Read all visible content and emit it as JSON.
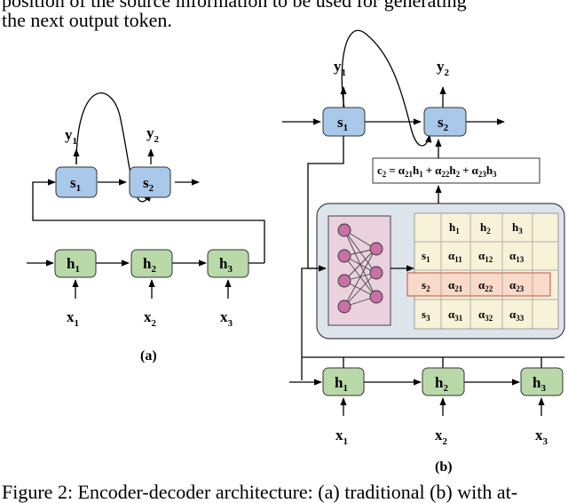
{
  "text": {
    "line1": "position of the source information to be used for generating",
    "line2": "the next output token.",
    "caption": "Figure 2: Encoder-decoder architecture: (a) traditional (b) with at-"
  },
  "panel_a": {
    "label": "(a)",
    "decoder": [
      {
        "name": "s",
        "sub": "1"
      },
      {
        "name": "s",
        "sub": "2"
      }
    ],
    "outputs": [
      {
        "name": "y",
        "sub": "1"
      },
      {
        "name": "y",
        "sub": "2"
      }
    ],
    "encoder": [
      {
        "name": "h",
        "sub": "1"
      },
      {
        "name": "h",
        "sub": "2"
      },
      {
        "name": "h",
        "sub": "3"
      }
    ],
    "inputs": [
      {
        "name": "x",
        "sub": "1"
      },
      {
        "name": "x",
        "sub": "2"
      },
      {
        "name": "x",
        "sub": "3"
      }
    ]
  },
  "panel_b": {
    "label": "(b)",
    "decoder": [
      {
        "name": "s",
        "sub": "1"
      },
      {
        "name": "s",
        "sub": "2"
      }
    ],
    "outputs": [
      {
        "name": "y",
        "sub": "1"
      },
      {
        "name": "y",
        "sub": "2"
      }
    ],
    "context_formula": {
      "lhs": "c",
      "lhs_sub": "2",
      "eq": "=",
      "terms": [
        {
          "a": "α",
          "a_sub": "21",
          "h": "h",
          "h_sub": "1"
        },
        {
          "a": "α",
          "a_sub": "22",
          "h": "h",
          "h_sub": "2"
        },
        {
          "a": "α",
          "a_sub": "23",
          "h": "h",
          "h_sub": "3"
        }
      ],
      "plus": "+"
    },
    "attention_table": {
      "col_headers": [
        {
          "name": "h",
          "sub": "1"
        },
        {
          "name": "h",
          "sub": "2"
        },
        {
          "name": "h",
          "sub": "3"
        }
      ],
      "rows": [
        {
          "head": {
            "name": "s",
            "sub": "1"
          },
          "cells": [
            {
              "name": "α",
              "sub": "11"
            },
            {
              "name": "α",
              "sub": "12"
            },
            {
              "name": "α",
              "sub": "13"
            }
          ]
        },
        {
          "head": {
            "name": "s",
            "sub": "2"
          },
          "cells": [
            {
              "name": "α",
              "sub": "21"
            },
            {
              "name": "α",
              "sub": "22"
            },
            {
              "name": "α",
              "sub": "23"
            }
          ],
          "highlight": true
        },
        {
          "head": {
            "name": "s",
            "sub": "3"
          },
          "cells": [
            {
              "name": "α",
              "sub": "31"
            },
            {
              "name": "α",
              "sub": "32"
            },
            {
              "name": "α",
              "sub": "33"
            }
          ]
        }
      ]
    },
    "encoder": [
      {
        "name": "h",
        "sub": "1"
      },
      {
        "name": "h",
        "sub": "2"
      },
      {
        "name": "h",
        "sub": "3"
      }
    ],
    "inputs": [
      {
        "name": "x",
        "sub": "1"
      },
      {
        "name": "x",
        "sub": "2"
      },
      {
        "name": "x",
        "sub": "3"
      }
    ]
  },
  "colors": {
    "decoder_fill": "#a9c8ea",
    "encoder_fill": "#b9d9a8",
    "panel_fill": "#dde4ec",
    "nn_fill": "#ead1de",
    "neuron_fill": "#c970a4",
    "table_fill": "#f7f2d8",
    "highlight_fill": "#f9d9c8"
  }
}
